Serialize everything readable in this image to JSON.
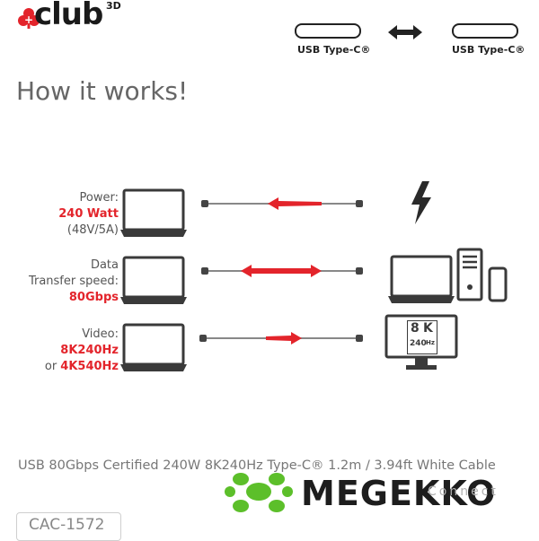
{
  "brand": {
    "logo_text": "club",
    "logo_superscript": "3D"
  },
  "connectors": {
    "left_label": "USB Type-C®",
    "right_label": "USB Type-C®"
  },
  "heading": "How it works!",
  "rows": [
    {
      "lines": [
        "Power:",
        "240 Watt",
        "(48V/5A)"
      ],
      "highlight": [
        1
      ]
    },
    {
      "lines": [
        "Data",
        "Transfer speed:",
        "80Gbps"
      ],
      "highlight": [
        2
      ]
    },
    {
      "lines": [
        "Video:",
        "8K240Hz",
        "or 4K540Hz"
      ],
      "highlight": [
        1,
        2
      ]
    }
  ],
  "monitor_badge": {
    "left": "8",
    "right": "K",
    "sub": "240",
    "hz": "Hz"
  },
  "product_title": "USB 80Gbps Certified 240W 8K240Hz Type-C® 1.2m / 3.94ft White Cable",
  "retailer": {
    "name": "MEGEKKO",
    "tagline": "Connect"
  },
  "sku": "CAC-1572",
  "colors": {
    "accent": "#e3242b",
    "dark": "#3a3a3a",
    "gecko": "#5cbf2a"
  }
}
